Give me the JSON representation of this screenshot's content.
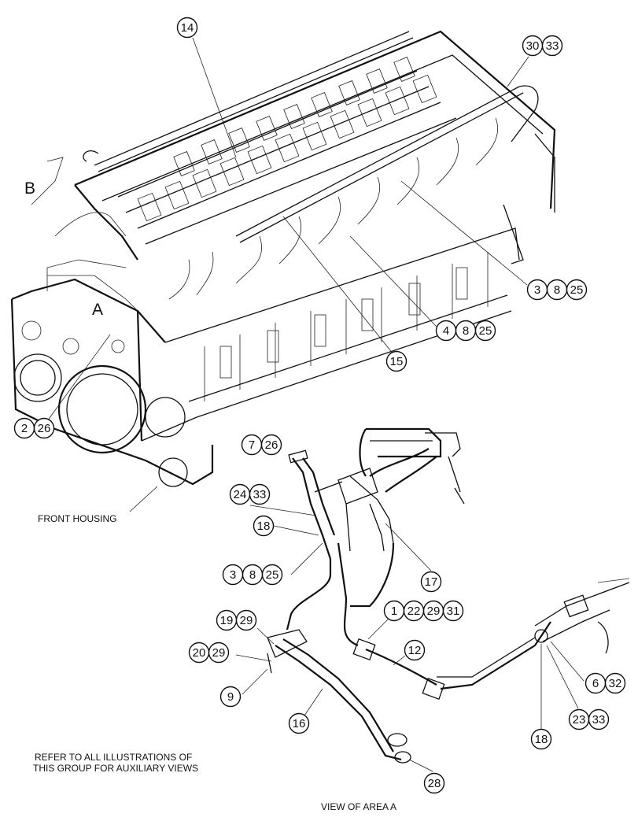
{
  "area_labels": {
    "b": "B",
    "a": "A"
  },
  "captions": {
    "front_housing": "FRONT HOUSING",
    "refer_line1": "REFER TO ALL ILLUSTRATIONS OF",
    "refer_line2": "THIS GROUP FOR AUXILIARY VIEWS",
    "view_area": "VIEW OF AREA  A"
  },
  "callouts": [
    {
      "id": "c14",
      "numbers": [
        "14"
      ]
    },
    {
      "id": "c3033",
      "numbers": [
        "30",
        "33"
      ]
    },
    {
      "id": "c3825a",
      "numbers": [
        "3",
        "8",
        "25"
      ]
    },
    {
      "id": "c4825",
      "numbers": [
        "4",
        "8",
        "25"
      ]
    },
    {
      "id": "c15",
      "numbers": [
        "15"
      ]
    },
    {
      "id": "c226",
      "numbers": [
        "2",
        "26"
      ]
    },
    {
      "id": "c726",
      "numbers": [
        "7",
        "26"
      ]
    },
    {
      "id": "c2433",
      "numbers": [
        "24",
        "33"
      ]
    },
    {
      "id": "c18a",
      "numbers": [
        "18"
      ]
    },
    {
      "id": "c3825b",
      "numbers": [
        "3",
        "8",
        "25"
      ]
    },
    {
      "id": "c17",
      "numbers": [
        "17"
      ]
    },
    {
      "id": "c1222931",
      "numbers": [
        "1",
        "22",
        "29",
        "31"
      ]
    },
    {
      "id": "c1929",
      "numbers": [
        "19",
        "29"
      ]
    },
    {
      "id": "c12",
      "numbers": [
        "12"
      ]
    },
    {
      "id": "c2029",
      "numbers": [
        "20",
        "29"
      ]
    },
    {
      "id": "c9",
      "numbers": [
        "9"
      ]
    },
    {
      "id": "c632",
      "numbers": [
        "6",
        "32"
      ]
    },
    {
      "id": "c16",
      "numbers": [
        "16"
      ]
    },
    {
      "id": "c2333",
      "numbers": [
        "23",
        "33"
      ]
    },
    {
      "id": "c18b",
      "numbers": [
        "18"
      ]
    },
    {
      "id": "c28",
      "numbers": [
        "28"
      ]
    }
  ]
}
